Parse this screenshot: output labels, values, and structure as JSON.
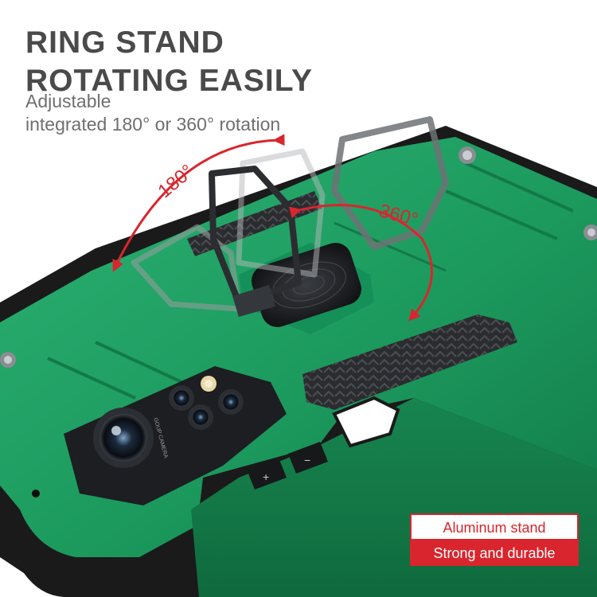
{
  "headline": {
    "line1": "RING STAND",
    "line2": "ROTATING EASILY"
  },
  "subtitle": {
    "line1": "Adjustable",
    "line2": "integrated 180° or 360° rotation"
  },
  "annotations": {
    "angle_180": "180°",
    "angle_360": "360°"
  },
  "camera_label": "GOUP CAMERA",
  "badges": {
    "primary": "Aluminum stand",
    "secondary": "Strong and durable"
  },
  "colors": {
    "case_green": "#1f9c62",
    "accent_red": "#d8262e",
    "bumper_black": "#1a1a1a",
    "text_gray": "#4a4a4a"
  }
}
